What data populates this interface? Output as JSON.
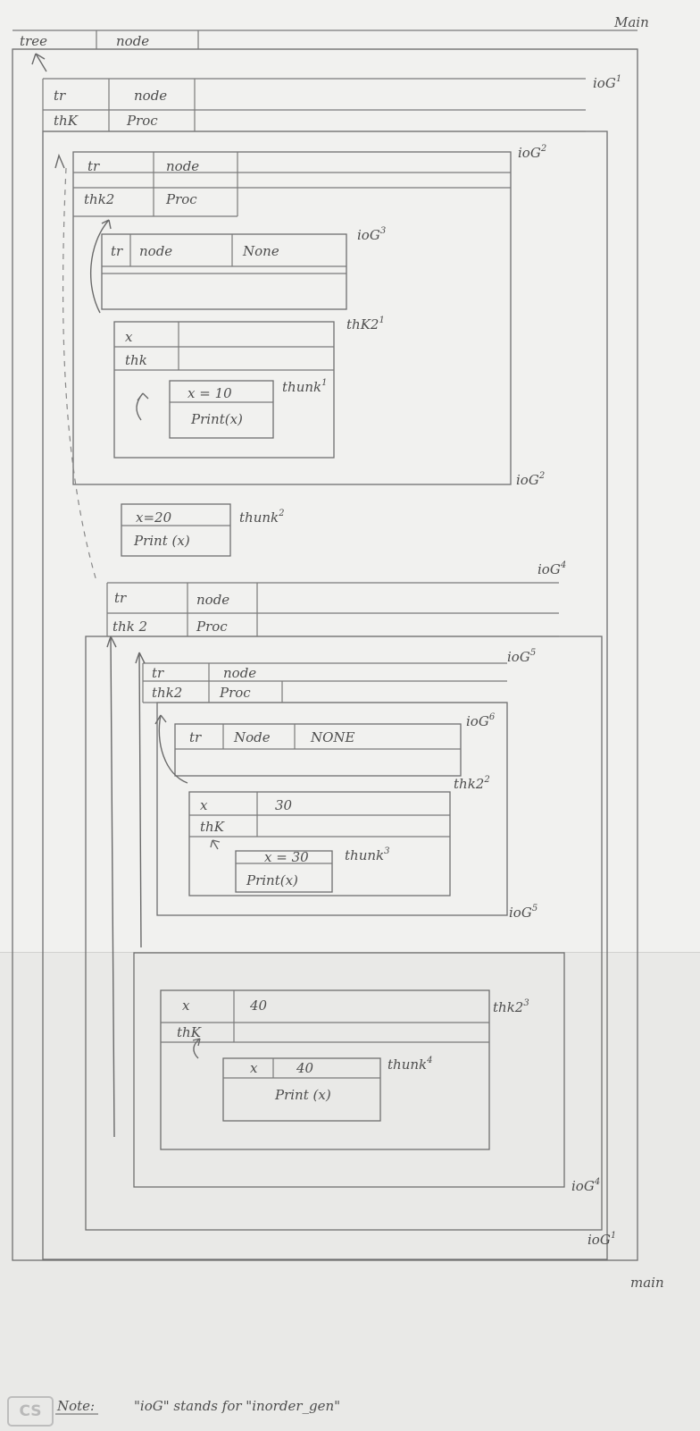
{
  "main": {
    "label_top": "Main",
    "label_bottom": "main",
    "var": "tree",
    "val": "node"
  },
  "iog1": {
    "label_top": "ioG",
    "sup_top": "1",
    "label_bottom": "ioG",
    "sup_bottom": "1",
    "vars": [
      {
        "name": "tr",
        "val": "node"
      },
      {
        "name": "thK",
        "val": "Proc"
      }
    ]
  },
  "iog2": {
    "label_top": "ioG",
    "sup_top": "2",
    "label_bottom": "ioG",
    "sup_bottom": "2",
    "vars": [
      {
        "name": "tr",
        "val": "node"
      },
      {
        "name": "thk2",
        "val": "Proc"
      }
    ]
  },
  "iog3": {
    "label": "ioG",
    "sup": "3",
    "vars": [
      {
        "name": "tr",
        "val": "node",
        "val2": "None"
      }
    ]
  },
  "thk2_1": {
    "label": "thK2",
    "sup": "1",
    "vars": [
      {
        "name": "x",
        "val": ""
      },
      {
        "name": "thk",
        "val": ""
      }
    ]
  },
  "thunk1": {
    "label": "thunk",
    "sup": "1",
    "lines": [
      "x = 10",
      "Print(x)"
    ]
  },
  "thunk2": {
    "label": "thunk",
    "sup": "2",
    "lines": [
      "x=20",
      "Print (x)"
    ]
  },
  "iog4": {
    "label_top": "ioG",
    "sup_top": "4",
    "label_bottom": "ioG",
    "sup_bottom": "4",
    "vars": [
      {
        "name": "tr",
        "val": "node"
      },
      {
        "name": "thk 2",
        "val": "Proc"
      }
    ]
  },
  "iog5": {
    "label_top": "ioG",
    "sup_top": "5",
    "label_bottom": "ioG",
    "sup_bottom": "5",
    "vars": [
      {
        "name": "tr",
        "val": "node"
      },
      {
        "name": "thk2",
        "val": "Proc"
      }
    ]
  },
  "iog6": {
    "label": "ioG",
    "sup": "6",
    "vars": [
      {
        "name": "tr",
        "val": "Node",
        "val2": "NONE"
      }
    ]
  },
  "thk2_2": {
    "label": "thk2",
    "sup": "2",
    "vars": [
      {
        "name": "x",
        "val": "30"
      },
      {
        "name": "thK",
        "val": ""
      }
    ]
  },
  "thunk3": {
    "label": "thunk",
    "sup": "3",
    "lines": [
      "x = 30",
      "Print(x)"
    ]
  },
  "thk2_3": {
    "label": "thk2",
    "sup": "3",
    "vars": [
      {
        "name": "x",
        "val": "40"
      },
      {
        "name": "thK",
        "val": ""
      }
    ]
  },
  "thunk4": {
    "label": "thunk",
    "sup": "4",
    "vars": [
      {
        "name": "x",
        "val": "40"
      }
    ],
    "lines": [
      "Print (x)"
    ]
  },
  "note": {
    "title": "Note:",
    "text": "\"ioG\" stands for \"inorder_gen\""
  },
  "watermark": {
    "logo": "CS"
  }
}
